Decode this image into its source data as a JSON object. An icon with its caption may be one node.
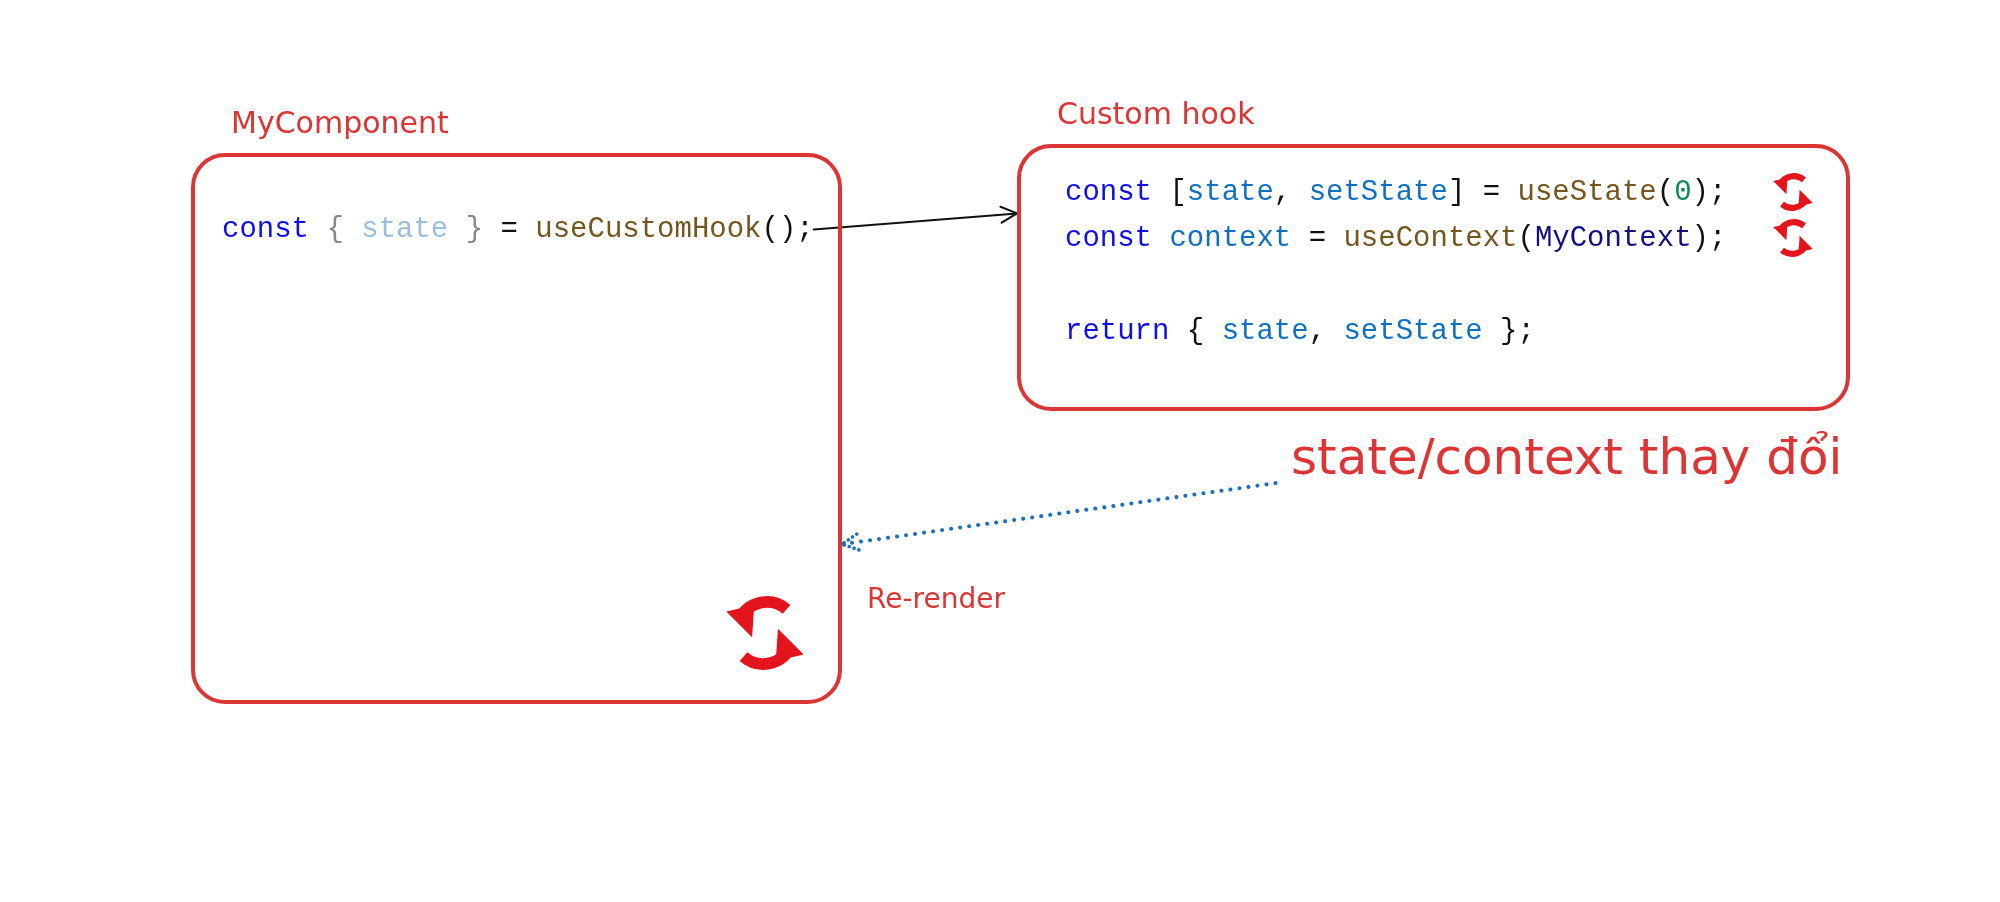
{
  "diagram": {
    "nodes": [
      {
        "text": [
          "MyComponent"
        ]
      },
      {
        "text": [
          "const { state } = useCustomHook();"
        ],
        "in": 0
      },
      {
        "text": [
          "Custom hook",
          "const [state, setState] = useState(0);",
          "const context = useContext(MyContext);",
          "return { state, setState };"
        ]
      },
      {
        "text": [
          "state/context thay đổi"
        ]
      }
    ],
    "edges": [
      {
        "from": 1,
        "to": 2,
        "arrow": "to"
      },
      {
        "from": 3,
        "to": 0,
        "arrow": "to",
        "style": "dashed",
        "color": "#1f6fbf"
      }
    ],
    "labels": [
      "Re-render"
    ]
  }
}
